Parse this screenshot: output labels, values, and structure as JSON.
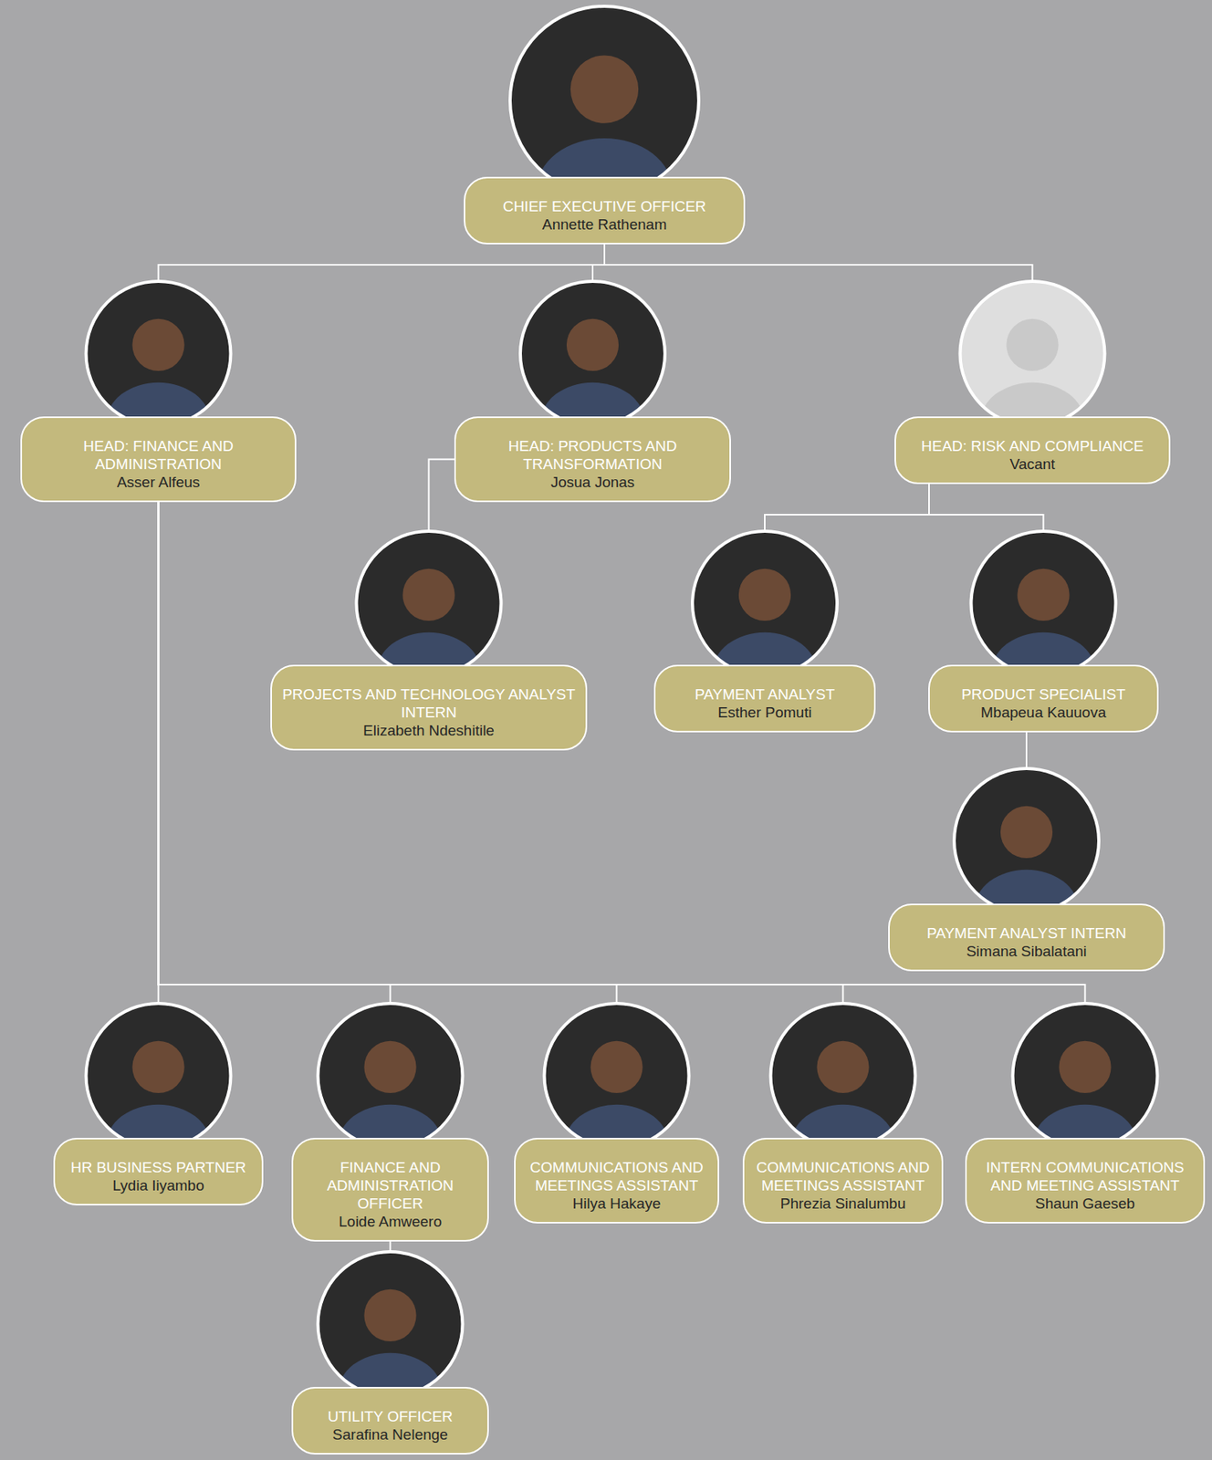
{
  "diagram": {
    "nodes": [
      {
        "text": [
          "CHIEF EXECUTIVE OFFICER",
          "Annette Rathenam"
        ]
      },
      {
        "text": [
          "HEAD: FINANCE AND ADMINISTRATION",
          "Asser Alfeus"
        ]
      },
      {
        "text": [
          "HEAD: PRODUCTS AND TRANSFORMATION",
          "Josua Jonas"
        ]
      },
      {
        "text": [
          "HEAD: RISK AND COMPLIANCE",
          "Vacant"
        ]
      },
      {
        "text": [
          "PROJECTS AND TECHNOLOGY ANALYST INTERN",
          "Elizabeth Ndeshitile"
        ]
      },
      {
        "text": [
          "PAYMENT ANALYST",
          "Esther Pomuti"
        ]
      },
      {
        "text": [
          "PRODUCT SPECIALIST",
          "Mbapeua Kauuova"
        ]
      },
      {
        "text": [
          "PAYMENT ANALYST INTERN",
          "Simana Sibalatani"
        ]
      },
      {
        "text": [
          "HR BUSINESS PARTNER",
          "Lydia Iiyambo"
        ]
      },
      {
        "text": [
          "FINANCE AND ADMINISTRATION OFFICER",
          "Loide Amweero"
        ]
      },
      {
        "text": [
          "COMMUNICATIONS AND MEETINGS ASSISTANT",
          "Hilya Hakaye"
        ]
      },
      {
        "text": [
          "COMMUNICATIONS AND MEETINGS ASSISTANT",
          "Phrezia Sinalumbu"
        ]
      },
      {
        "text": [
          "INTERN COMMUNICATIONS AND MEETING ASSISTANT",
          "Shaun Gaeseb"
        ]
      },
      {
        "text": [
          "UTILITY OFFICER",
          "Sarafina Nelenge"
        ]
      }
    ],
    "edges": [
      {
        "from": 0,
        "to": 1,
        "arrow": "none"
      },
      {
        "from": 0,
        "to": 2,
        "arrow": "none"
      },
      {
        "from": 0,
        "to": 3,
        "arrow": "none"
      },
      {
        "from": 2,
        "to": 4,
        "arrow": "none"
      },
      {
        "from": 3,
        "to": 5,
        "arrow": "none"
      },
      {
        "from": 3,
        "to": 6,
        "arrow": "none"
      },
      {
        "from": 6,
        "to": 7,
        "arrow": "none"
      },
      {
        "from": 1,
        "to": 8,
        "arrow": "none"
      },
      {
        "from": 1,
        "to": 9,
        "arrow": "none"
      },
      {
        "from": 1,
        "to": 10,
        "arrow": "none"
      },
      {
        "from": 1,
        "to": 11,
        "arrow": "none"
      },
      {
        "from": 1,
        "to": 12,
        "arrow": "none"
      },
      {
        "from": 9,
        "to": 13,
        "arrow": "none"
      }
    ]
  }
}
